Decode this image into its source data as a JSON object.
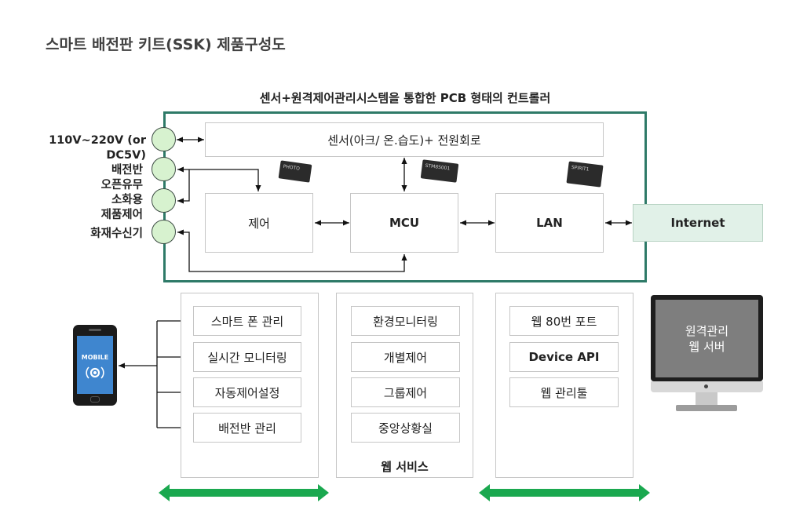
{
  "title": "스마트 배전판 키트(SSK)  제품구성도",
  "controller_caption": "센서+원격제어관리시스템을 통합한 PCB 형태의 컨트롤러",
  "left_labels": {
    "power": [
      "110V~220V (or",
      "DC5V)"
    ],
    "sensing": [
      "배전반",
      "오픈유무",
      "소화용",
      "제품제어"
    ],
    "fire": "화재수신기"
  },
  "blocks": {
    "sensor": "센서(아크/ 온.습도)+ 전원회로",
    "control": "제어",
    "mcu": "MCU",
    "lan": "LAN",
    "internet": "Internet"
  },
  "chips": {
    "chip1": "PHOTO",
    "chip2": "STM8S001",
    "chip3": "SPIRIT1"
  },
  "phone": {
    "label": "MOBILE"
  },
  "mobile_features": [
    "스마트 폰 관리",
    "실시간 모니터링",
    "자동제어설정",
    "배전반 관리"
  ],
  "web_services": {
    "items": [
      "환경모니터링",
      "개별제어",
      "그룹제어",
      "중앙상황실"
    ],
    "label": "웹 서비스"
  },
  "server_features": [
    "웹 80번 포트",
    "Device API",
    "웹 관리툴"
  ],
  "server": {
    "line1": "원격관리",
    "line2": "웹 서버"
  },
  "colors": {
    "frame": "#2e7a68",
    "connector_fill": "#d7f2cf",
    "internet_fill": "#e1f1e8",
    "arrow_green": "#1aa84f",
    "phone_screen": "#3f86cf"
  }
}
